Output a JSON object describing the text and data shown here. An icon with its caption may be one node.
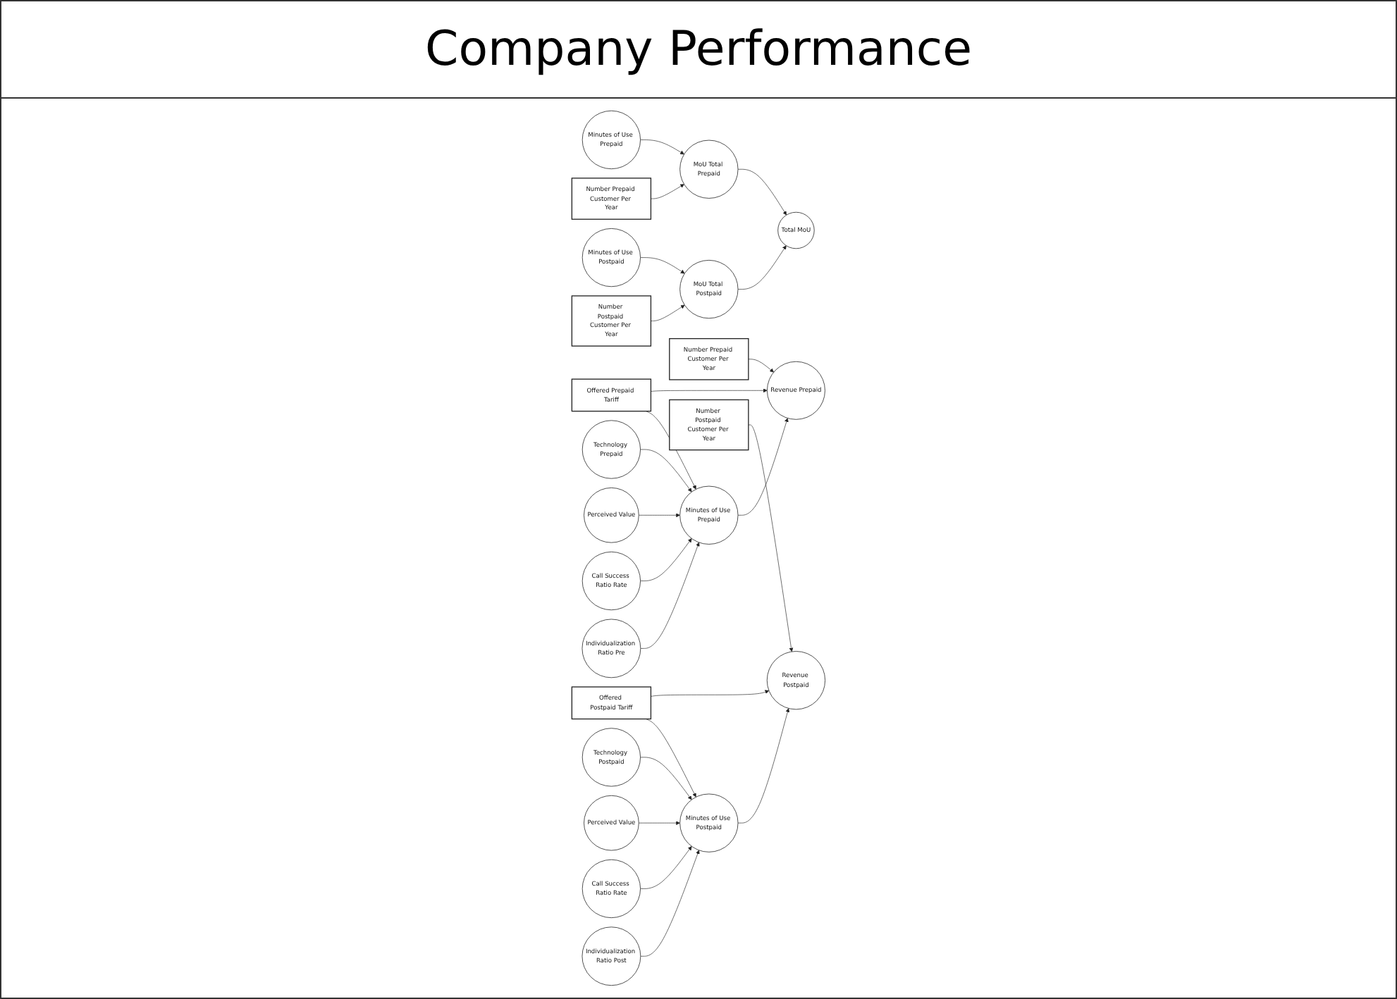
{
  "diagram": {
    "title": "Company Performance",
    "nodes": [
      {
        "text": [
          "Minutes of Use Prepaid"
        ]
      },
      {
        "text": [
          "MoU Total Prepaid"
        ]
      },
      {
        "text": [
          "Number Prepaid Customer Per Year"
        ]
      },
      {
        "text": [
          "Minutes of Use Postpaid"
        ]
      },
      {
        "text": [
          "Total MoU"
        ]
      },
      {
        "text": [
          "MoU Total Postpaid"
        ]
      },
      {
        "text": [
          "Number Postpaid Customer Per Year"
        ]
      },
      {
        "text": [
          "Number Prepaid Customer Per Year"
        ]
      },
      {
        "text": [
          "Revenue Prepaid"
        ]
      },
      {
        "text": [
          "Offered Prepaid Tariff"
        ]
      },
      {
        "text": [
          "Technology Prepaid"
        ]
      },
      {
        "text": [
          "Minutes of Use Prepaid"
        ]
      },
      {
        "text": [
          "Perceived Value"
        ]
      },
      {
        "text": [
          "Call Success Ratio Rate"
        ]
      },
      {
        "text": [
          "Individualization Ratio Pre"
        ]
      },
      {
        "text": [
          "Number Postpaid Customer Per Year"
        ]
      },
      {
        "text": [
          "Revenue Postpaid"
        ]
      },
      {
        "text": [
          "Offered Postpaid Tariff"
        ]
      },
      {
        "text": [
          "Technology Postpaid"
        ]
      },
      {
        "text": [
          "Minutes of Use Postpaid"
        ]
      },
      {
        "text": [
          "Perceived Value"
        ]
      },
      {
        "text": [
          "Call Success Ratio Rate"
        ]
      },
      {
        "text": [
          "Individualization Ratio Post"
        ]
      }
    ],
    "edges": [
      {
        "from": 0,
        "to": 1,
        "arrow": "to"
      },
      {
        "from": 2,
        "to": 1,
        "arrow": "to"
      },
      {
        "from": 1,
        "to": 4,
        "arrow": "to"
      },
      {
        "from": 3,
        "to": 5,
        "arrow": "to"
      },
      {
        "from": 6,
        "to": 5,
        "arrow": "to"
      },
      {
        "from": 5,
        "to": 4,
        "arrow": "to"
      },
      {
        "from": 7,
        "to": 8,
        "arrow": "to"
      },
      {
        "from": 9,
        "to": 8,
        "arrow": "to"
      },
      {
        "from": 11,
        "to": 8,
        "arrow": "to"
      },
      {
        "from": 10,
        "to": 11,
        "arrow": "to"
      },
      {
        "from": 9,
        "to": 11,
        "arrow": "to"
      },
      {
        "from": 12,
        "to": 11,
        "arrow": "to"
      },
      {
        "from": 13,
        "to": 11,
        "arrow": "to"
      },
      {
        "from": 14,
        "to": 11,
        "arrow": "to"
      },
      {
        "from": 15,
        "to": 16,
        "arrow": "to"
      },
      {
        "from": 17,
        "to": 16,
        "arrow": "to"
      },
      {
        "from": 19,
        "to": 16,
        "arrow": "to"
      },
      {
        "from": 18,
        "to": 19,
        "arrow": "to"
      },
      {
        "from": 17,
        "to": 19,
        "arrow": "to"
      },
      {
        "from": 20,
        "to": 19,
        "arrow": "to"
      },
      {
        "from": 21,
        "to": 19,
        "arrow": "to"
      },
      {
        "from": 22,
        "to": 19,
        "arrow": "to"
      }
    ]
  }
}
